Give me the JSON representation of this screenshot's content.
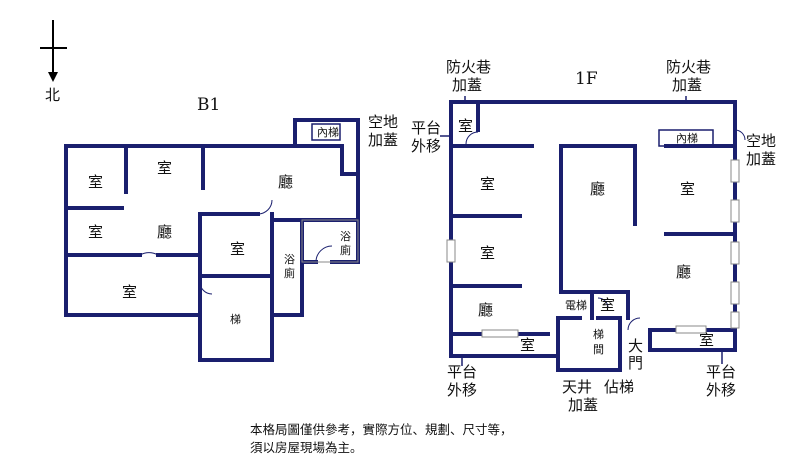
{
  "compass": {
    "label": "北"
  },
  "b1": {
    "title": "B1",
    "rooms": [
      "室",
      "室",
      "廳",
      "室",
      "廳",
      "室",
      "室"
    ],
    "stair": "梯",
    "inner_stair": "內梯",
    "bath1": "浴\n廁",
    "bath2": "浴\n廁",
    "annotation": "空地\n加蓋"
  },
  "f1": {
    "title": "1F",
    "rooms": [
      "室",
      "室",
      "廳",
      "室",
      "室",
      "廳",
      "室",
      "廳"
    ],
    "elevator": "電梯",
    "stair": "梯\n間",
    "inner_stair": "內梯",
    "annotations": {
      "fire_lane_left": "防火巷\n加蓋",
      "fire_lane_right": "防火巷\n加蓋",
      "platform_left_top": "平台\n外移",
      "open_land_right": "空地\n加蓋",
      "platform_left_bottom": "平台\n外移",
      "courtyard_stair": "天井\n加蓋",
      "occupied_stair": "佔梯",
      "main_door": "大\n門",
      "platform_right_bottom": "平台\n外移"
    }
  },
  "disclaimer": [
    "本格局圖僅供參考，實際方位、規劃、尺寸等，",
    "須以房屋現場為主。"
  ]
}
